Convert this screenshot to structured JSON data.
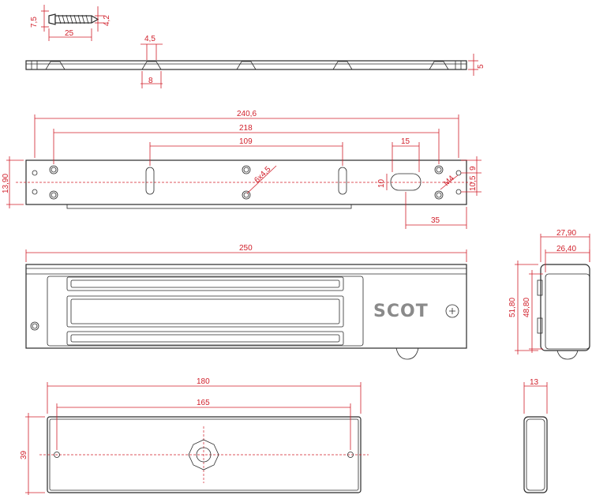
{
  "screw": {
    "head": "7,5",
    "length": "25",
    "shank": "4,2"
  },
  "mounting_plate_side": {
    "slot_width": "4,5",
    "slot_base": "8",
    "thickness": "5"
  },
  "mounting_plate_top": {
    "overall": "240,6",
    "hole_pitch": "218",
    "slot_pitch": "109",
    "window": "15",
    "height": "13,90",
    "hole": "6x4,5",
    "window_height": "10",
    "thread": "M4",
    "edge_a": "9",
    "edge_b": "10,5",
    "offset": "35"
  },
  "magnet_front": {
    "length": "250",
    "brand": "SCOT"
  },
  "magnet_side": {
    "depth_outer": "27,90",
    "depth_inner": "26,40",
    "height_outer": "51,80",
    "height_inner": "48,80"
  },
  "armature_front": {
    "length": "180",
    "hole_pitch": "165",
    "height": "39"
  },
  "armature_side": {
    "thickness": "13"
  }
}
